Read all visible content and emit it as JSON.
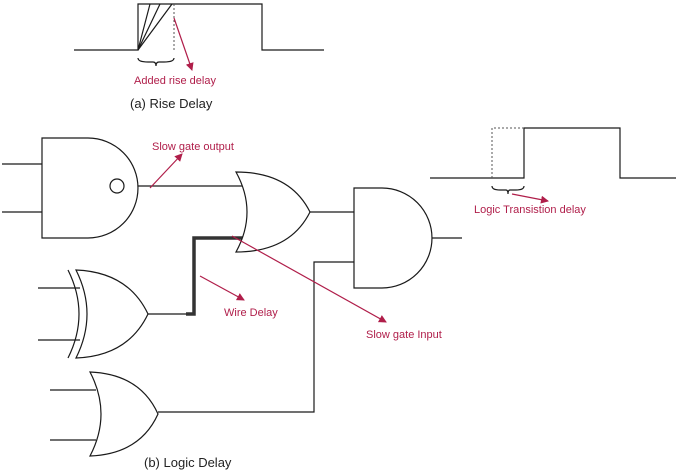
{
  "colors": {
    "annotation": "#b01e4a",
    "line": "#1a1a1a",
    "dotted": "#555555"
  },
  "rise_delay": {
    "annotation": "Added rise delay",
    "caption": "(a)  Rise Delay"
  },
  "logic_delay": {
    "slow_gate_output": "Slow gate output",
    "slow_gate_input": "Slow gate Input",
    "wire_delay": "Wire Delay",
    "logic_transition_delay": "Logic Transistion delay",
    "caption": "(b)  Logic Delay"
  },
  "gates": [
    {
      "name": "nand-gate",
      "type": "NAND"
    },
    {
      "name": "or-gate",
      "type": "OR"
    },
    {
      "name": "and-gate",
      "type": "AND"
    },
    {
      "name": "xor-gate",
      "type": "XOR"
    },
    {
      "name": "or-gate-bottom",
      "type": "OR"
    }
  ]
}
